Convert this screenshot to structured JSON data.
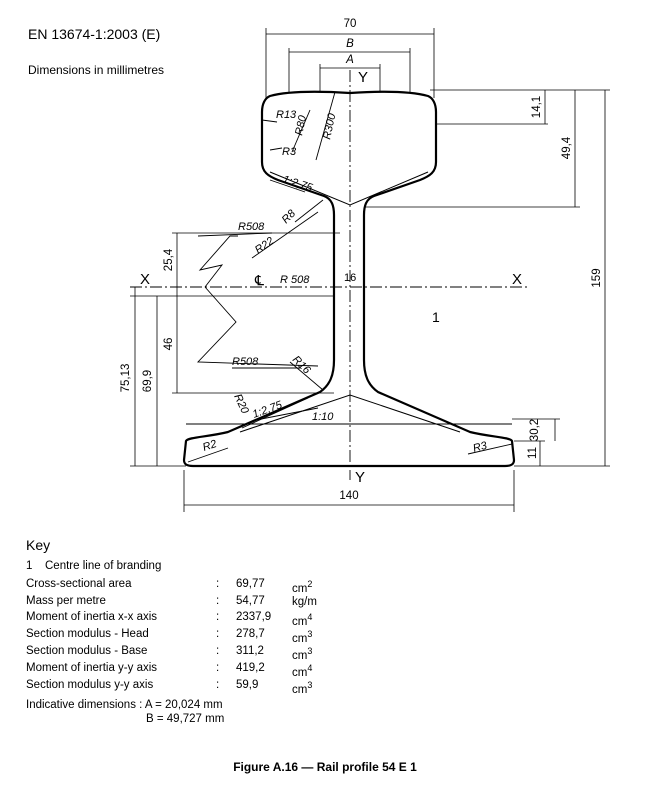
{
  "header": {
    "standard": "EN 13674-1:2003 (E)",
    "units": "Dimensions in millimetres"
  },
  "drawing": {
    "labels": {
      "w70": "70",
      "wB": "B",
      "wA": "A",
      "yTop": "Y",
      "yBottom": "Y",
      "xLeft": "X",
      "xRight": "X",
      "h14": "14,1",
      "h49": "49,4",
      "h159": "159",
      "h30": "30,2",
      "h11": "11",
      "v254": "25,4",
      "v46": "46",
      "v7513": "75,13",
      "v699": "69,9",
      "r13": "R13",
      "r80": "R80",
      "r300": "R300",
      "r3top": "R3",
      "slope275top": "1:2,75",
      "r508a": "R508",
      "r8": "R8",
      "r22": "R22",
      "cl": "℄",
      "r508b": "R 508",
      "web16": "16",
      "callout1": "1",
      "r508c": "R508",
      "r16": "R16",
      "r20": "R20",
      "slope275bot": "1:2,75",
      "slope110": "1:10",
      "r2": "R2",
      "r3bot": "R3",
      "w140": "140"
    }
  },
  "key": {
    "title": "Key",
    "item1_num": "1",
    "item1_label": "Centre line of branding",
    "properties": [
      {
        "label": "Cross-sectional area",
        "value": "69,77",
        "unit": "cm2"
      },
      {
        "label": "Mass per metre",
        "value": "54,77",
        "unit": "kg/m"
      },
      {
        "label": "Moment of inertia x-x axis",
        "value": "2337,9",
        "unit": "cm4"
      },
      {
        "label": "Section modulus - Head",
        "value": "278,7",
        "unit": "cm3"
      },
      {
        "label": "Section modulus - Base",
        "value": "311,2",
        "unit": "cm3"
      },
      {
        "label": "Moment of inertia y-y axis",
        "value": "419,2",
        "unit": "cm4"
      },
      {
        "label": "Section modulus y-y axis",
        "value": "59,9",
        "unit": "cm3"
      }
    ],
    "indicative_label": "Indicative dimensions : A = 20,024 mm",
    "indicative_b": "B = 49,727 mm"
  },
  "caption": "Figure A.16 — Rail profile 54 E 1"
}
